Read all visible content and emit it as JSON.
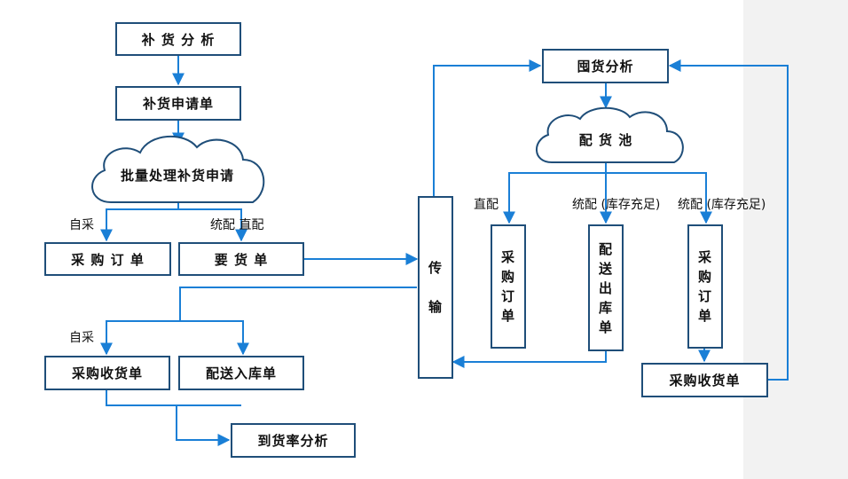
{
  "nodes": {
    "replenish_analysis": "补 货 分 析",
    "replenish_request": "补货申请单",
    "batch_process": "批量处理补货申请",
    "purchase_order_left": "采 购 订 单",
    "requisition": "要 货 单",
    "purchase_receipt_left": "采购收货单",
    "delivery_inbound": "配送入库单",
    "arrival_rate": "到货率分析",
    "transport": [
      "传",
      "输"
    ],
    "hoard_analysis": "囤货分析",
    "allocation_pool": "配 货 池",
    "purchase_order_mid": [
      "采",
      "购",
      "订",
      "单"
    ],
    "delivery_outbound": [
      "配",
      "送",
      "出",
      "库",
      "单"
    ],
    "purchase_order_right": [
      "采",
      "购",
      "订",
      "单"
    ],
    "purchase_receipt_right": "采购收货单"
  },
  "labels": {
    "self_purchase_1": "自采",
    "unified_direct": "统配  直配",
    "self_purchase_2": "自采",
    "direct": "直配",
    "unified_sufficient_1": "统配  (库存充足)",
    "unified_sufficient_2": "统配  (库存充足)"
  },
  "colors": {
    "line": "#1a7fd6",
    "box_border": "#1f4e79",
    "cloud_border": "#1f4e79"
  }
}
